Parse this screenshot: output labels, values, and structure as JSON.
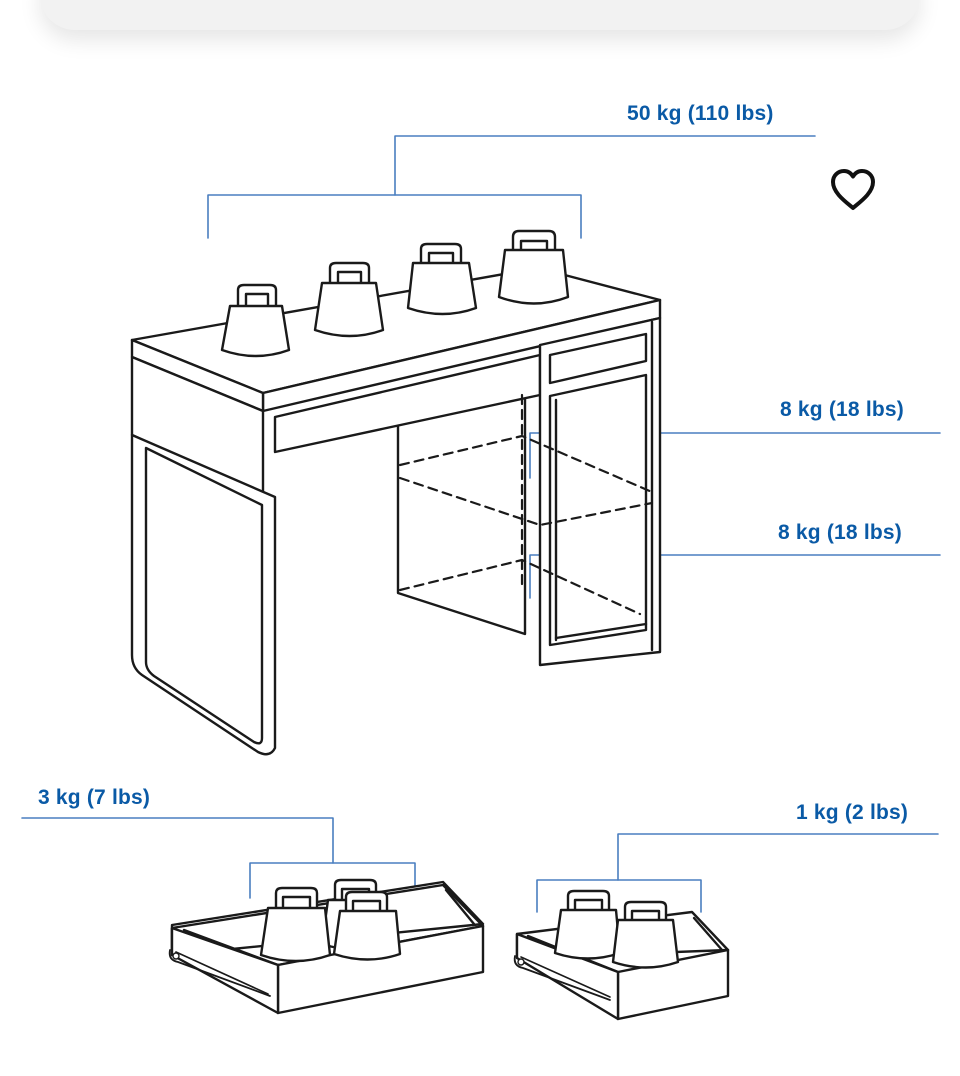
{
  "labels": {
    "desktop_load": "50 kg (110 lbs)",
    "upper_shelf_load": "8 kg (18 lbs)",
    "lower_shelf_load": "8 kg (18 lbs)",
    "large_drawer_load": "3 kg (7 lbs)",
    "small_drawer_load": "1 kg (2 lbs)"
  },
  "favorite_icon": "heart-outline-icon",
  "colors": {
    "callout": "#0a5aa6",
    "line_art": "#1a1a1a",
    "background": "#ffffff"
  }
}
